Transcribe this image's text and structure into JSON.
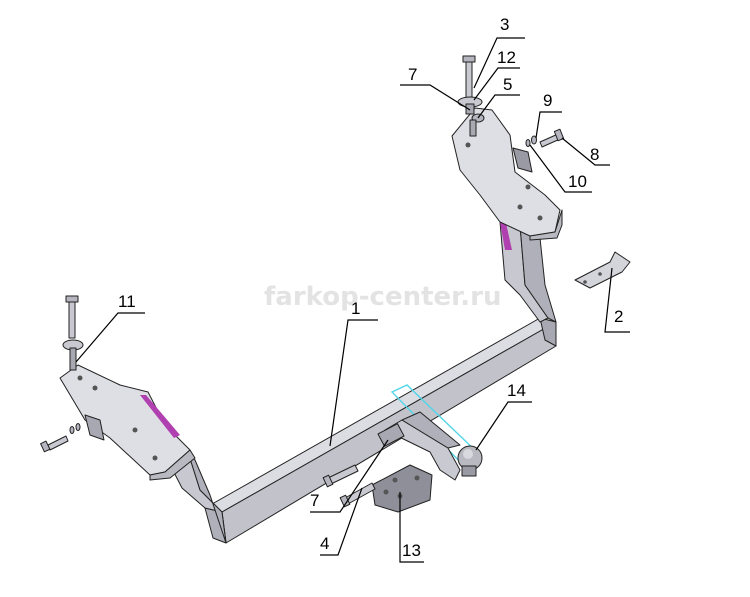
{
  "watermark": "farkop-center.ru",
  "callouts": [
    {
      "id": "c1",
      "text": "1"
    },
    {
      "id": "c2",
      "text": "2"
    },
    {
      "id": "c3",
      "text": "3"
    },
    {
      "id": "c4",
      "text": "4"
    },
    {
      "id": "c5",
      "text": "5"
    },
    {
      "id": "c7a",
      "text": "7"
    },
    {
      "id": "c7b",
      "text": "7"
    },
    {
      "id": "c8",
      "text": "8"
    },
    {
      "id": "c9",
      "text": "9"
    },
    {
      "id": "c10",
      "text": "10"
    },
    {
      "id": "c11",
      "text": "11"
    },
    {
      "id": "c12",
      "text": "12"
    },
    {
      "id": "c13",
      "text": "13"
    },
    {
      "id": "c14",
      "text": "14"
    }
  ],
  "colors": {
    "steel_light": "#d7d7de",
    "steel_mid": "#b9b9c2",
    "steel_dark": "#9a9aa5",
    "accent_magenta": "#b040b0",
    "highlight_cyan": "#4fd6e8"
  }
}
